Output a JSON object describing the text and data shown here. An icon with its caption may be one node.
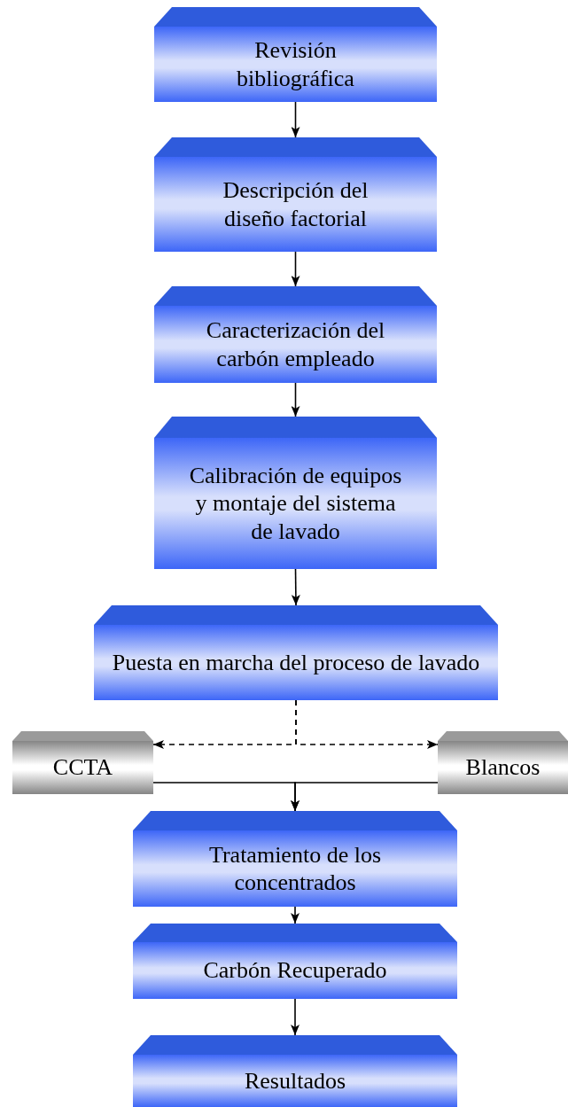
{
  "diagram": {
    "nodes": [
      {
        "text": [
          "Revisión bibliográfica"
        ]
      },
      {
        "text": [
          "Descripción del diseño factorial"
        ]
      },
      {
        "text": [
          "Caracterización del carbón empleado"
        ]
      },
      {
        "text": [
          "Calibración de equipos y montaje del sistema de lavado"
        ]
      },
      {
        "text": [
          "Puesta en marcha del proceso de lavado"
        ]
      },
      {
        "text": [
          "CCTA"
        ]
      },
      {
        "text": [
          "Blancos"
        ]
      },
      {
        "text": [
          "Tratamiento de los concentrados"
        ]
      },
      {
        "text": [
          "Carbón Recuperado"
        ]
      },
      {
        "text": [
          "Resultados"
        ]
      }
    ],
    "edges": [
      {
        "from": 0,
        "to": 1,
        "arrow": "to"
      },
      {
        "from": 1,
        "to": 2,
        "arrow": "to"
      },
      {
        "from": 2,
        "to": 3,
        "arrow": "to"
      },
      {
        "from": 3,
        "to": 4,
        "arrow": "to"
      },
      {
        "from": 4,
        "to": 5,
        "arrow": "to",
        "style": "dashed"
      },
      {
        "from": 4,
        "to": 6,
        "arrow": "to",
        "style": "dashed"
      },
      {
        "from": 5,
        "to": 7,
        "arrow": "to"
      },
      {
        "from": 6,
        "to": 7,
        "arrow": "to"
      },
      {
        "from": 7,
        "to": 8,
        "arrow": "to"
      },
      {
        "from": 8,
        "to": 9,
        "arrow": "to"
      }
    ]
  }
}
